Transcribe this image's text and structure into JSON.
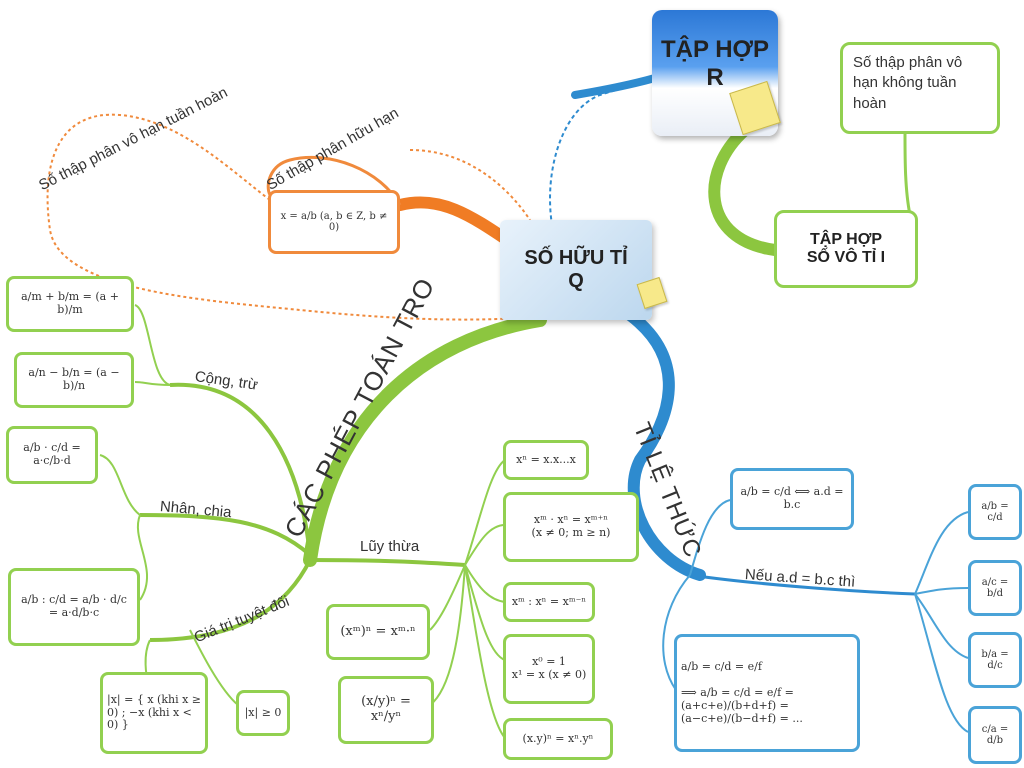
{
  "colors": {
    "green": "#92d050",
    "blue": "#2e8bcf",
    "orange": "#f07c24"
  },
  "central": {
    "line1": "SỐ HỮU TỈ",
    "line2": "Q"
  },
  "tap_r": {
    "line1": "TẬP HỢP",
    "line2": "R"
  },
  "tap_vo_ti": {
    "line1": "TẬP HỢP",
    "line2": "SỐ VÔ TỈ I"
  },
  "vo_han_khong_tuan_hoan": "Số thập phân vô hạn không tuần hoàn",
  "orange_branch": {
    "label_vo_han": "Số thập phân vô hạn tuần hoàn",
    "label_huu_han": "Số thập phân hữu hạn",
    "definition": "x = a/b (a, b ∈ Z, b ≠ 0)"
  },
  "green_branch": {
    "title": "CÁC PHÉP TOÁN TRO",
    "cong_tru": "Cộng, trừ",
    "nhan_chia": "Nhân, chia",
    "gia_tri": "Giá trị tuyệt đối",
    "luy_thua": "Lũy thừa",
    "formulas": {
      "cong": "a/m + b/m = (a + b)/m",
      "tru": "a/n − b/n = (a − b)/n",
      "nhan": "a/b · c/d = a·c/b·d",
      "chia": "a/b : c/d = a/b · d/c = a·d/b·c",
      "abs_def": "|x| = { x (khi x ≥ 0) ; −x (khi x < 0) }",
      "abs_ge": "|x| ≥ 0",
      "pow_def": "xⁿ = x.x...x",
      "pow_mul": "xᵐ · xⁿ = xᵐ⁺ⁿ",
      "pow_div": "(x ≠ 0; m ≥ n)",
      "pow_prod": "xᵐ : xⁿ = xᵐ⁻ⁿ",
      "pow_zero": "x⁰ = 1",
      "pow_one": "x¹ = x (x ≠ 0)",
      "pow_pow": "(xᵐ)ⁿ = xᵐ·ⁿ",
      "pow_frac": "(x/y)ⁿ = xⁿ/yⁿ",
      "pow_xy": "(x.y)ⁿ = xⁿ.yⁿ"
    }
  },
  "blue_branch": {
    "title": "TỈ LỆ THỨC",
    "neu": "Nếu a.d = b.c thì",
    "formulas": {
      "def": "a/b = c/d ⟺ a.d = b.c",
      "day": "a/b = c/d = e/f",
      "day2": "⟹ a/b = c/d = e/f = (a+c+e)/(b+d+f) = (a−c+e)/(b−d+f) = ...",
      "r1": "a/b = c/d",
      "r2": "a/c = b/d",
      "r3": "b/a = d/c",
      "r4": "c/a = d/b"
    }
  }
}
